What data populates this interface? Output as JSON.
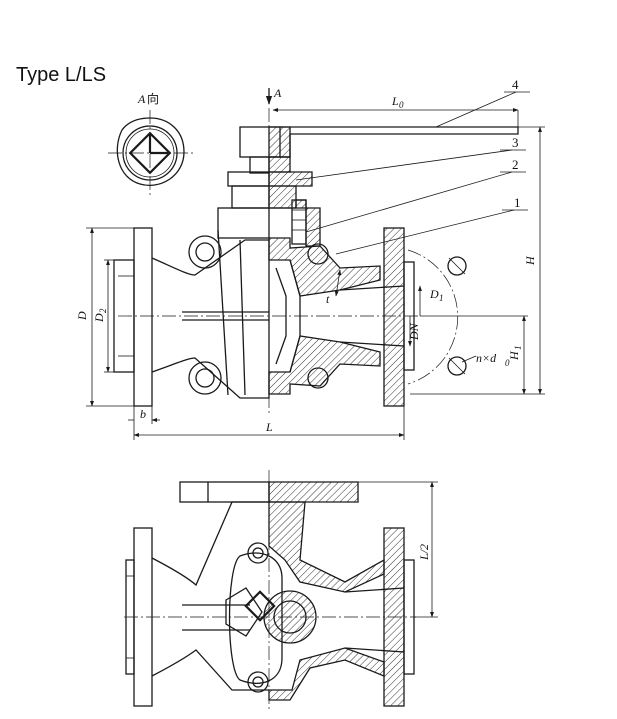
{
  "title": "Type L/LS",
  "view_label": {
    "letter": "A",
    "suffix": "向"
  },
  "section_mark": "A",
  "callouts": [
    "4",
    "3",
    "2",
    "1"
  ],
  "dimensions": {
    "L0": "L",
    "L0_sub": "0",
    "H": "H",
    "H1": "H",
    "H1_sub": "1",
    "D": "D",
    "D2": "D",
    "D2_sub": "2",
    "D1": "D",
    "D1_sub": "1",
    "DN": "DN",
    "t": "t",
    "n_d0": "n×d",
    "n_d0_sub": "0",
    "b": "b",
    "L": "L",
    "L_half": "L/2"
  }
}
